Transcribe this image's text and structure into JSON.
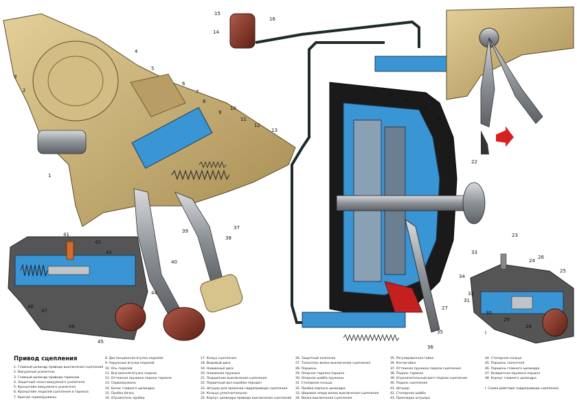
{
  "title": "Привод сцепления",
  "callouts": [
    "1",
    "2",
    "3",
    "4",
    "5",
    "6",
    "7",
    "8",
    "9",
    "10",
    "11",
    "12",
    "13",
    "14",
    "15",
    "16",
    "17",
    "18",
    "19",
    "20",
    "21",
    "22",
    "23",
    "24",
    "25",
    "26",
    "27",
    "28",
    "29",
    "30",
    "31",
    "32",
    "33",
    "34",
    "35",
    "36",
    "37",
    "38",
    "39",
    "40",
    "41",
    "42",
    "43",
    "44",
    "45",
    "46",
    "47",
    "48",
    "I"
  ],
  "legend": {
    "col1": [
      "1. Главный цилиндр привода выключения сцепления",
      "2. Вакуумный усилитель",
      "3. Главный цилиндр привода тормозов",
      "4. Защитный чехол вакуумного усилителя",
      "5. Кронштейн вакуумного усилителя",
      "6. Кронштейн педалей сцепления и тормоза",
      "7. Крючок сервопружины"
    ],
    "col2": [
      "8. Дистанционная втулка педалей",
      "9. Наружные втулки педалей",
      "10. Ось педалей",
      "11. Внутренняя втулка педали",
      "12. Оттяжная пружина педали тормоза",
      "13. Сервопружина",
      "14. Бачок главного цилиндра",
      "15. Пробка бачка",
      "16. Отражатель пробки"
    ],
    "col3": [
      "17. Кожух сцепления",
      "18. Ведомый диск",
      "19. Нажимный диск",
      "20. Нажимная пружина",
      "21. Подшипник выключения сцепления",
      "22. Первичный вал коробки передач",
      "23. Штуцер для прокачки гидропривода сцепления",
      "24. Кольцо уплотнительное",
      "25. Корпус цилиндра привода выключения сцепления"
    ],
    "col4": [
      "26. Защитный колпачок",
      "27. Толкатель вилки выключения сцепления",
      "28. Поршень",
      "29. Опорная тарелка поршня",
      "30. Опорная шайба пружины",
      "31. Стопорное кольцо",
      "32. Пробка корпуса цилиндра",
      "33. Шаровая опора вилки выключения сцепления",
      "34. Вилка выключения сцепления"
    ],
    "col5": [
      "35. Регулировочная гайка",
      "36. Контргайка",
      "37. Оттяжная пружина педали сцепления",
      "38. Педаль тормоза",
      "39. Ограничительный винт педали сцепления",
      "40. Педаль сцепления",
      "41. Штуцер",
      "42. Стопорная шайба",
      "43. Прокладка штуцера"
    ],
    "col6": [
      "44. Стопорное кольцо",
      "45. Поршень толкателя",
      "46. Поршень главного цилиндра",
      "47. Возвратная пружина поршня",
      "48. Корпус главного цилиндра",
      "",
      "I.   Схема действия гидропривода сцепления"
    ]
  },
  "colors": {
    "housing": "#c8b07a",
    "cutaway": "#3a95d4",
    "steel": "#9aa0a6",
    "rubber": "#8b3a2a",
    "pipe": "#1e2a2a",
    "background": "#ffffff"
  }
}
